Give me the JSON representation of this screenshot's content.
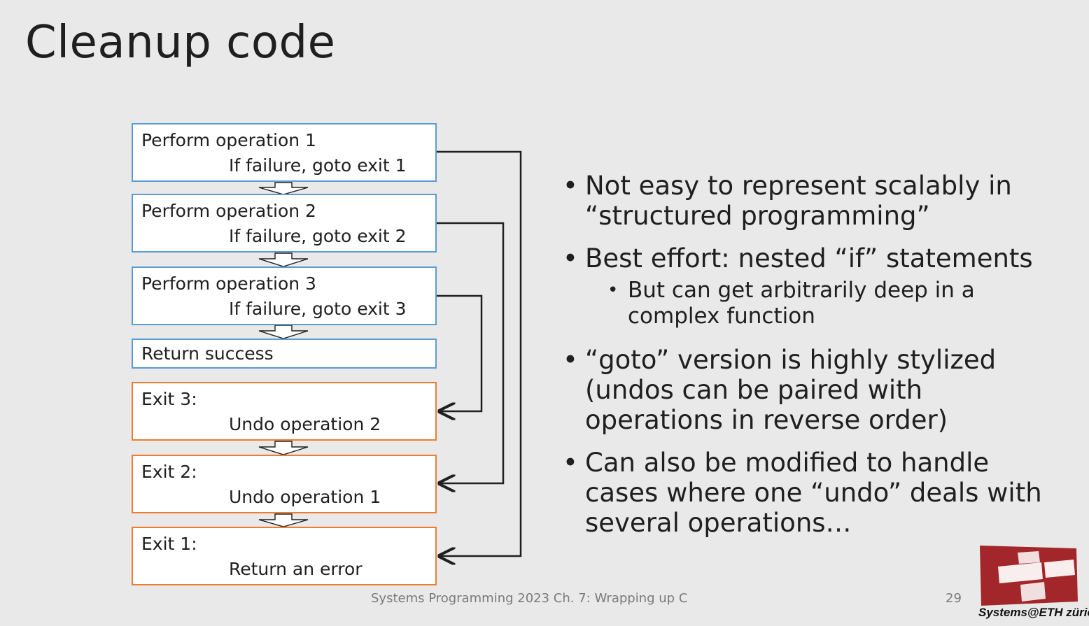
{
  "slide": {
    "title": "Cleanup code",
    "footer": "Systems Programming 2023 Ch. 7: Wrapping up C",
    "page_number": "29",
    "logo_text": "Systems@ETH zürich"
  },
  "diagram": {
    "boxes": [
      {
        "line1": "Perform operation 1",
        "line2": "If failure, goto exit 1",
        "kind": "operation"
      },
      {
        "line1": "Perform operation 2",
        "line2": "If failure, goto exit 2",
        "kind": "operation"
      },
      {
        "line1": "Perform operation 3",
        "line2": "If failure, goto exit 3",
        "kind": "operation"
      },
      {
        "line1": "Return success",
        "line2": "",
        "kind": "operation"
      },
      {
        "line1": "Exit 3:",
        "line2": "Undo operation 2",
        "kind": "exit"
      },
      {
        "line1": "Exit 2:",
        "line2": "Undo operation 1",
        "kind": "exit"
      },
      {
        "line1": "Exit 1:",
        "line2": "Return an error",
        "kind": "exit"
      }
    ],
    "colors": {
      "operation_border": "#5b9bd5",
      "exit_border": "#ed7d31",
      "connector": "#1f1f1f"
    }
  },
  "bullets": [
    {
      "text": "Not easy to represent scalably in “structured programming”"
    },
    {
      "text": "Best effort: nested “if” statements",
      "sub": [
        "But can get arbitrarily deep in a complex function"
      ]
    },
    {
      "text": "“goto” version is highly stylized (undos can be paired with operations in reverse order)"
    },
    {
      "text": "Can also be modified to handle cases where one “undo” deals with several operations…"
    }
  ]
}
